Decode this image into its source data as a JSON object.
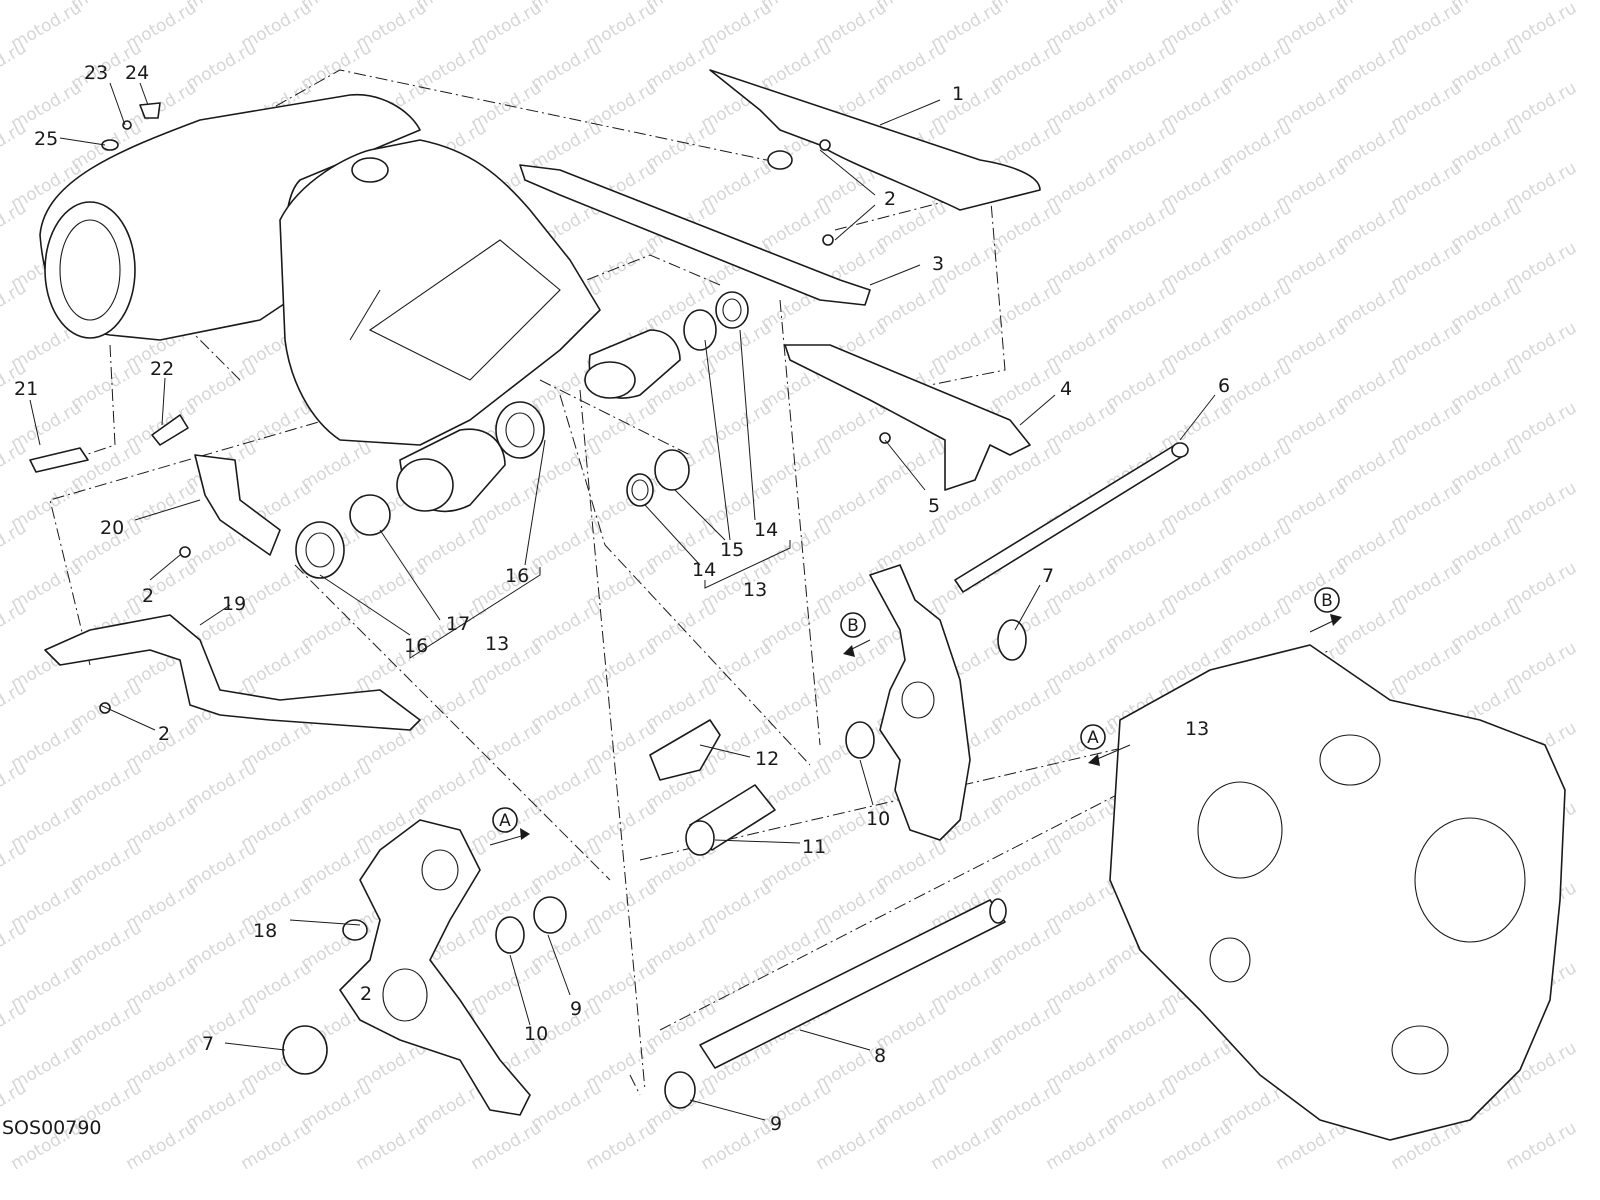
{
  "drawing_code": "SOS00790",
  "watermark_text": "motod.ru",
  "callouts": [
    "1",
    "2",
    "2",
    "2",
    "2",
    "3",
    "4",
    "5",
    "6",
    "7",
    "7",
    "8",
    "9",
    "9",
    "10",
    "10",
    "11",
    "12",
    "13",
    "13",
    "13",
    "14",
    "14",
    "15",
    "16",
    "16",
    "17",
    "18",
    "19",
    "20",
    "21",
    "22",
    "23",
    "24",
    "25"
  ],
  "reference_markers": [
    "A",
    "A",
    "B",
    "B"
  ],
  "colors": {
    "ink": "#1a1a1a",
    "paper": "#ffffff",
    "watermark": "#d6d6d6"
  }
}
